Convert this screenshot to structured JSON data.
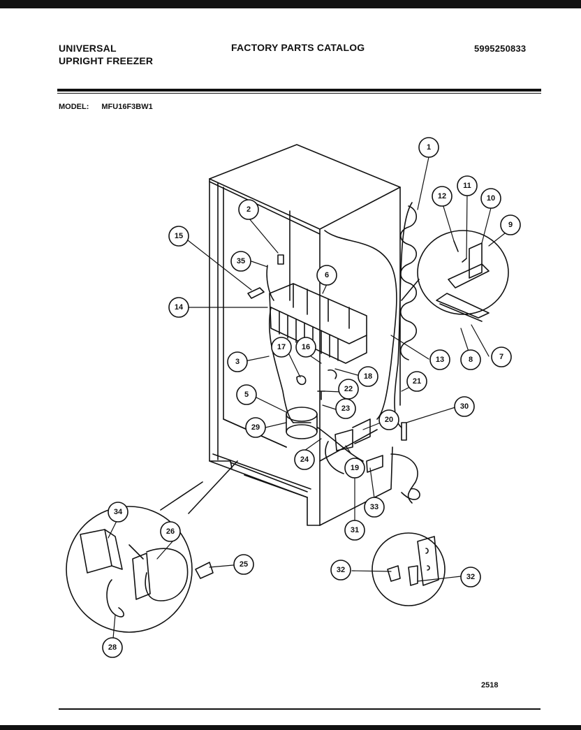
{
  "header": {
    "brand_line1": "UNIVERSAL",
    "brand_line2": "UPRIGHT FREEZER",
    "catalog_title": "FACTORY PARTS CATALOG",
    "catalog_number": "5995250833"
  },
  "model": {
    "label": "MODEL:",
    "value": "MFU16F3BW1"
  },
  "footer": {
    "page_number": "2518"
  },
  "callouts": [
    "1",
    "2",
    "3",
    "5",
    "6",
    "7",
    "8",
    "9",
    "10",
    "11",
    "12",
    "13",
    "14",
    "15",
    "16",
    "17",
    "18",
    "19",
    "20",
    "21",
    "22",
    "23",
    "24",
    "25",
    "26",
    "28",
    "29",
    "30",
    "31",
    "32",
    "32",
    "33",
    "34",
    "35"
  ]
}
